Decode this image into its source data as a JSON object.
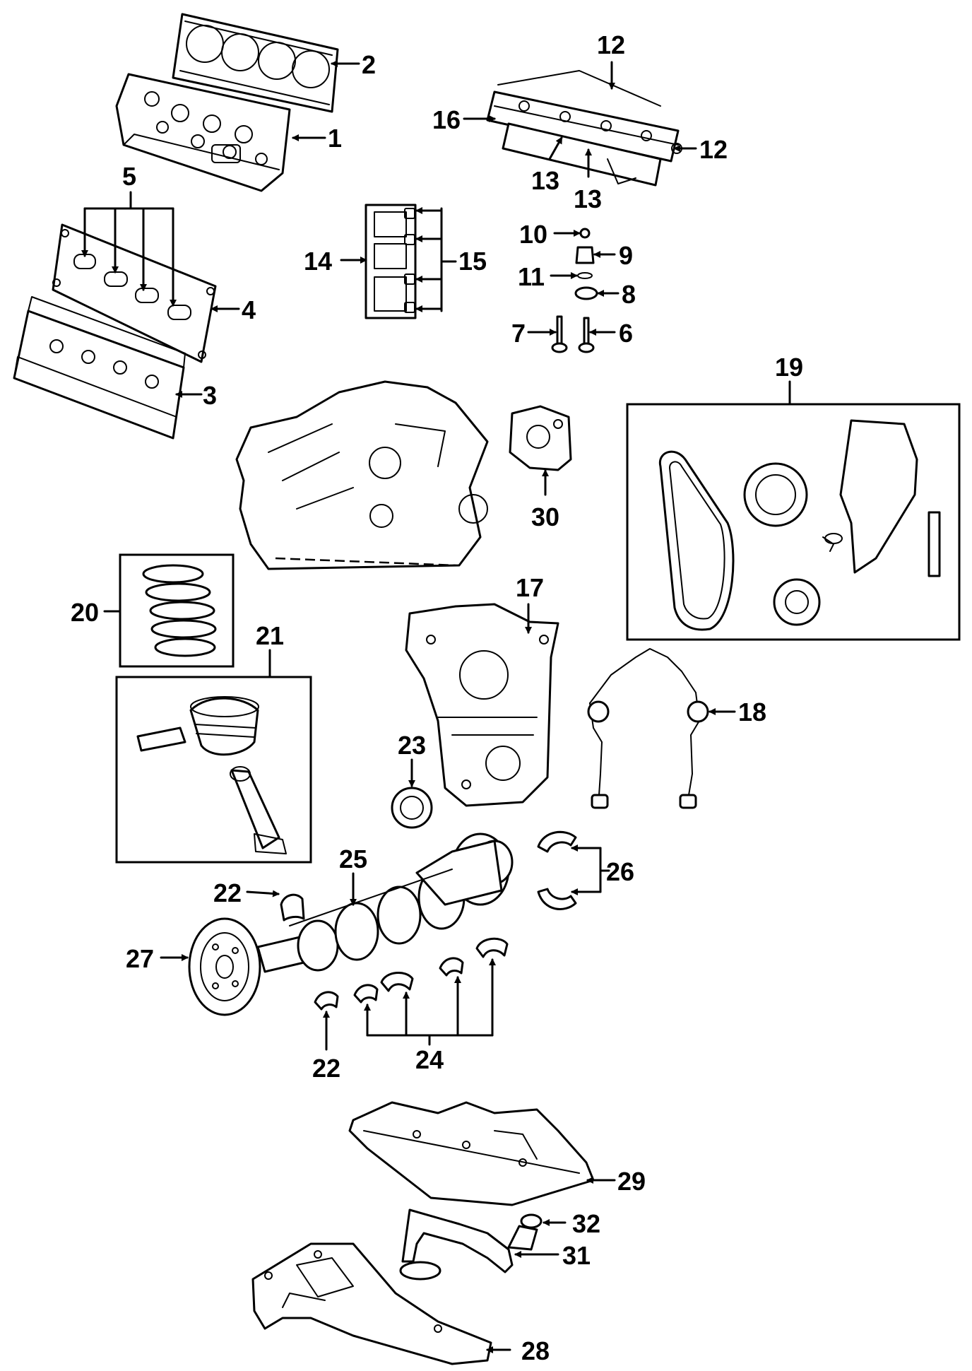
{
  "callouts": {
    "c1": "1",
    "c2": "2",
    "c3": "3",
    "c4": "4",
    "c5": "5",
    "c6": "6",
    "c7": "7",
    "c8": "8",
    "c9": "9",
    "c10": "10",
    "c11": "11",
    "c12a": "12",
    "c12b": "12",
    "c13a": "13",
    "c13b": "13",
    "c14": "14",
    "c15": "15",
    "c16": "16",
    "c17": "17",
    "c18": "18",
    "c19": "19",
    "c20": "20",
    "c21": "21",
    "c22a": "22",
    "c22b": "22",
    "c23": "23",
    "c24": "24",
    "c25": "25",
    "c26": "26",
    "c27": "27",
    "c28": "28",
    "c29": "29",
    "c30": "30",
    "c31": "31",
    "c32": "32"
  },
  "colors": {
    "ink": "#000000",
    "paper": "#ffffff"
  }
}
